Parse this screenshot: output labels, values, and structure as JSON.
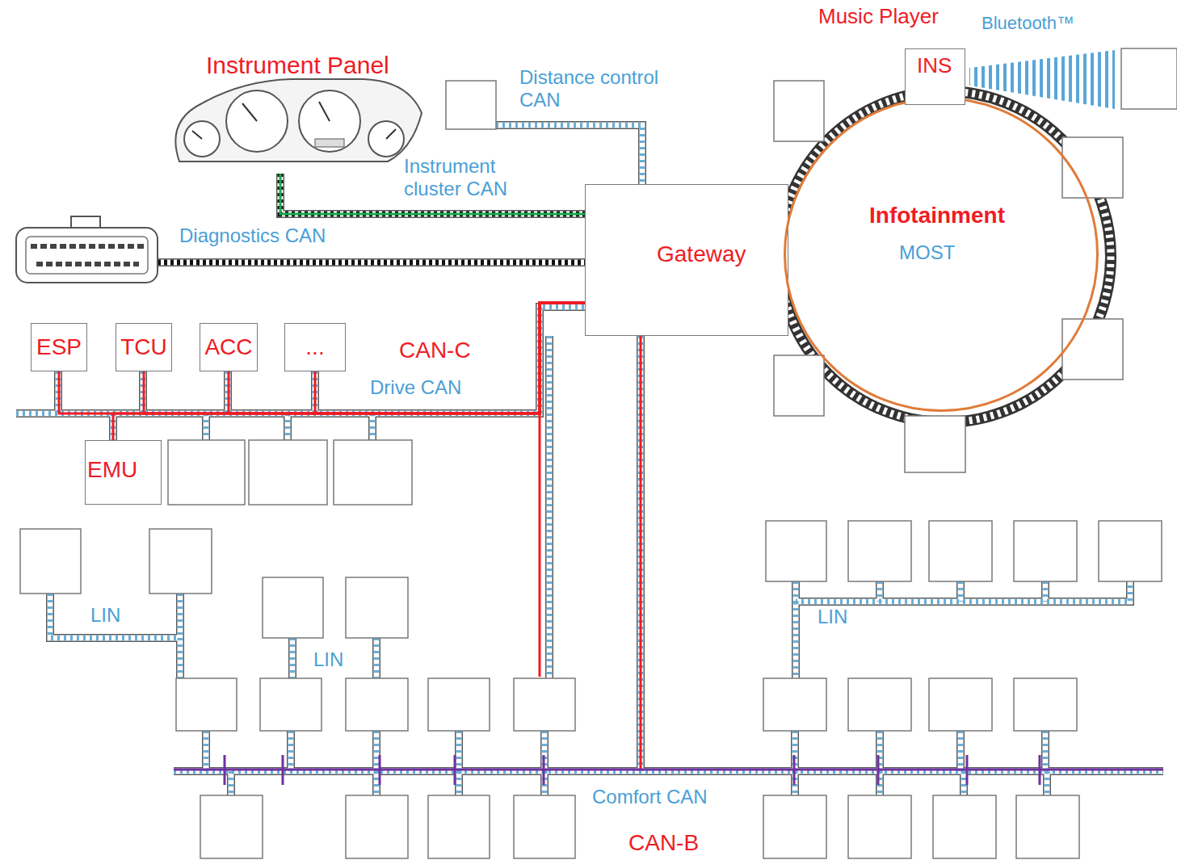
{
  "diagram": {
    "nodes": [
      {
        "text": [
          "Instrument Panel"
        ]
      },
      {
        "text": [
          "Gateway"
        ]
      },
      {
        "text": [
          "Infotainment",
          "MOST"
        ]
      },
      {
        "text": [
          "INS"
        ]
      },
      {
        "text": [
          "ESP"
        ]
      },
      {
        "text": [
          "TCU"
        ]
      },
      {
        "text": [
          "ACC"
        ]
      },
      {
        "text": [
          "..."
        ]
      },
      {
        "text": [
          "EMU"
        ]
      }
    ],
    "edges": [
      {
        "from": 0,
        "to": 1,
        "arrow": "none"
      },
      {
        "from": 4,
        "to": 1,
        "arrow": "none"
      },
      {
        "from": 5,
        "to": 1,
        "arrow": "none"
      },
      {
        "from": 6,
        "to": 1,
        "arrow": "none"
      },
      {
        "from": 7,
        "to": 1,
        "arrow": "none"
      },
      {
        "from": 8,
        "to": 1,
        "arrow": "none"
      }
    ],
    "labels": [
      "Music Player",
      "Bluetooth™",
      "Distance control CAN",
      "Instrument cluster CAN",
      "Diagnostics CAN",
      "CAN-C",
      "Drive CAN",
      "LIN",
      "LIN",
      "LIN",
      "Comfort CAN",
      "CAN-B"
    ]
  }
}
